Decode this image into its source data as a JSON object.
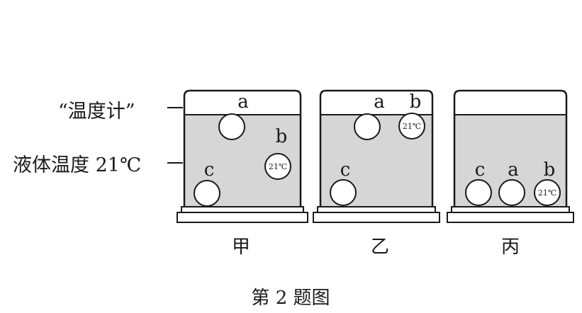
{
  "labels": {
    "thermometer_label": "“温度计”",
    "liquid_temp_label": "液体温度 21℃",
    "figure_caption": "第 2 题图"
  },
  "beakers": [
    {
      "id": "jia",
      "name": "甲",
      "balls": [
        {
          "letter": "a",
          "reading": ""
        },
        {
          "letter": "b",
          "reading": "21℃"
        },
        {
          "letter": "c",
          "reading": ""
        }
      ]
    },
    {
      "id": "yi",
      "name": "乙",
      "balls": [
        {
          "letter": "a",
          "reading": ""
        },
        {
          "letter": "b",
          "reading": "21℃"
        },
        {
          "letter": "c",
          "reading": ""
        }
      ]
    },
    {
      "id": "bing",
      "name": "丙",
      "balls": [
        {
          "letter": "c",
          "reading": ""
        },
        {
          "letter": "a",
          "reading": ""
        },
        {
          "letter": "b",
          "reading": "21℃"
        }
      ]
    }
  ],
  "colors": {
    "liquid": "#d6d6d6",
    "stroke": "#1a1a1a",
    "ball_fill": "#ffffff"
  }
}
